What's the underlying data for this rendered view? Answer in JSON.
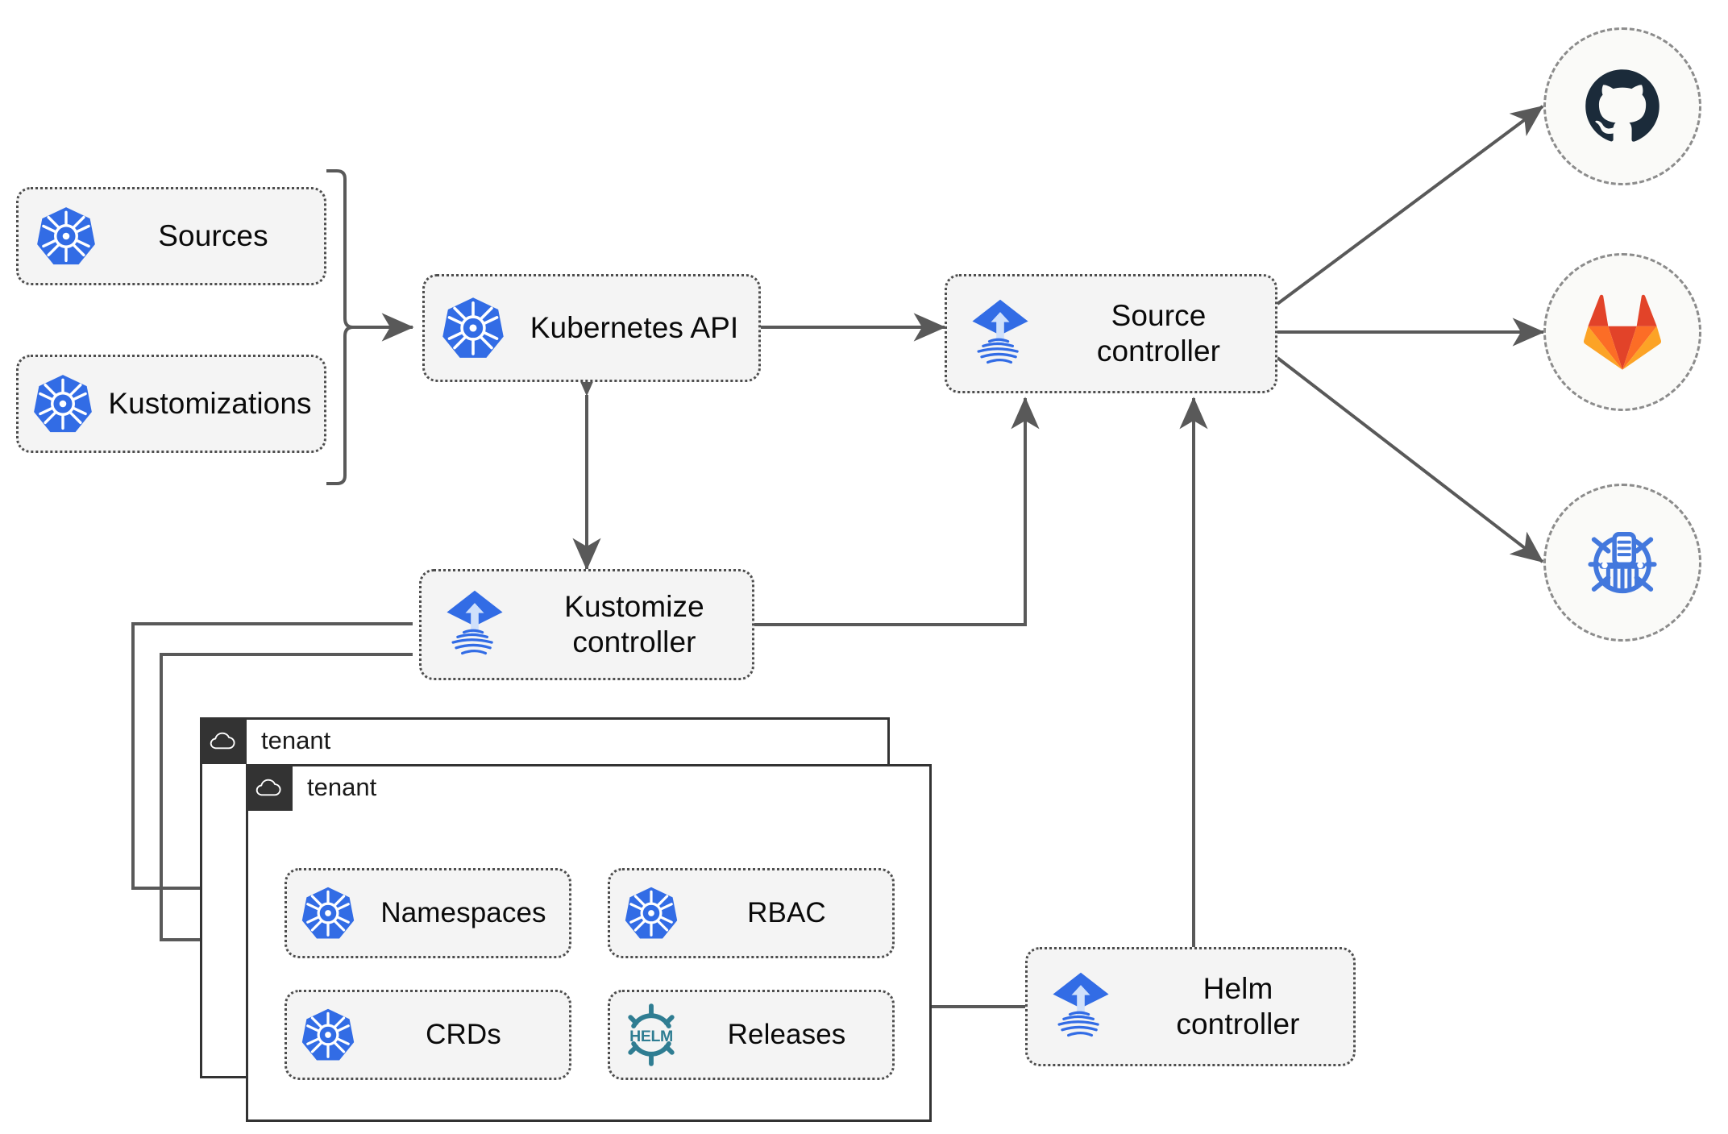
{
  "diagram": {
    "title": "Flux GitOps toolkit architecture",
    "colors": {
      "kubernetes_blue": "#326CE5",
      "flux_blue": "#326CE5",
      "helm_teal": "#277A88",
      "github_navy": "#1B2B3A",
      "gitlab_orange": "#E24329",
      "gitlab_amber": "#FCA326",
      "arrow_gray": "#595959",
      "node_fill": "#F4F4F4",
      "node_border": "#4D4D4D",
      "tenant_border": "#333333",
      "tenant_badge": "#333333"
    },
    "resource_nodes": [
      {
        "id": "sources",
        "label": "Sources",
        "icon": "kubernetes-icon"
      },
      {
        "id": "kustomizations",
        "label": "Kustomizations",
        "icon": "kubernetes-icon"
      }
    ],
    "core_nodes": [
      {
        "id": "kubernetes-api",
        "label": "Kubernetes API",
        "icon": "kubernetes-icon"
      },
      {
        "id": "source-controller",
        "label": "Source\ncontroller",
        "icon": "flux-icon"
      },
      {
        "id": "kustomize-controller",
        "label": "Kustomize\ncontroller",
        "icon": "flux-icon"
      },
      {
        "id": "helm-controller",
        "label": "Helm\ncontroller",
        "icon": "flux-icon"
      }
    ],
    "providers": [
      {
        "id": "github",
        "icon": "github-icon",
        "name": "GitHub"
      },
      {
        "id": "gitlab",
        "icon": "gitlab-icon",
        "name": "GitLab"
      },
      {
        "id": "helm-repo",
        "icon": "helm-repo-icon",
        "name": "Helm repository"
      }
    ],
    "tenants": [
      {
        "id": "tenant-back",
        "label": "tenant",
        "icon": "cloud-icon"
      },
      {
        "id": "tenant-front",
        "label": "tenant",
        "icon": "cloud-icon"
      }
    ],
    "tenant_resources": [
      {
        "id": "namespaces",
        "label": "Namespaces",
        "icon": "kubernetes-icon"
      },
      {
        "id": "rbac",
        "label": "RBAC",
        "icon": "kubernetes-icon"
      },
      {
        "id": "crds",
        "label": "CRDs",
        "icon": "kubernetes-icon"
      },
      {
        "id": "releases",
        "label": "Releases",
        "icon": "helm-icon"
      }
    ],
    "edges": [
      {
        "from": "sources-kustomizations-bracket",
        "to": "kubernetes-api",
        "direction": "one-way"
      },
      {
        "from": "kubernetes-api",
        "to": "source-controller",
        "direction": "two-way"
      },
      {
        "from": "kubernetes-api",
        "to": "kustomize-controller",
        "direction": "two-way"
      },
      {
        "from": "kustomize-controller",
        "to": "source-controller",
        "direction": "one-way"
      },
      {
        "from": "helm-controller",
        "to": "source-controller",
        "direction": "one-way"
      },
      {
        "from": "source-controller",
        "to": "github",
        "direction": "one-way"
      },
      {
        "from": "source-controller",
        "to": "gitlab",
        "direction": "one-way"
      },
      {
        "from": "source-controller",
        "to": "helm-repo",
        "direction": "one-way"
      },
      {
        "from": "kustomize-controller",
        "to": "tenant-back",
        "direction": "one-way"
      },
      {
        "from": "kustomize-controller",
        "to": "tenant-front",
        "direction": "one-way"
      },
      {
        "from": "helm-controller",
        "to": "releases",
        "direction": "one-way"
      }
    ]
  }
}
